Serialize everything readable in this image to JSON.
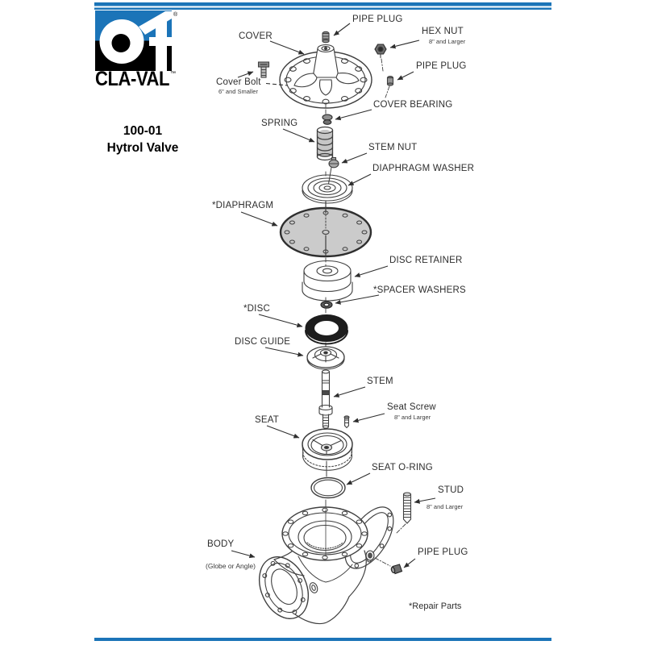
{
  "colors": {
    "brand_blue": "#1b74b8",
    "line_art": "#3f3f3f",
    "diaphragm_fill": "#cbcbcb"
  },
  "brand": {
    "logo_text": "CLA-VAL",
    "registered_mark": "®",
    "trademark_mark": "™",
    "model": "100-01",
    "product_name": "Hytrol Valve"
  },
  "labels": {
    "pipe_plug_top": "PIPE PLUG",
    "hex_nut": "HEX  NUT",
    "hex_nut_note": "8\" and Larger",
    "pipe_plug_upper": "PIPE PLUG",
    "cover": "COVER",
    "cover_bolt": "Cover Bolt",
    "cover_bolt_note": "6\" and Smaller",
    "cover_bearing": "COVER BEARING",
    "spring": "SPRING",
    "stem_nut": "STEM NUT",
    "diaphragm_washer": "DIAPHRAGM WASHER",
    "diaphragm": "*DIAPHRAGM",
    "disc_retainer": "DISC RETAINER",
    "spacer_washers": "*SPACER WASHERS",
    "disc": "*DISC",
    "disc_guide": "DISC GUIDE",
    "stem": "STEM",
    "seat_screw": "Seat Screw",
    "seat_screw_note": "8\" and Larger",
    "seat": "SEAT",
    "seat_o_ring": "SEAT O-RING",
    "stud": "STUD",
    "stud_note": "8\" and Larger",
    "body": "BODY",
    "body_note": "(Globe or Angle)",
    "pipe_plug_lower": "PIPE PLUG",
    "footnote": "*Repair Parts"
  }
}
